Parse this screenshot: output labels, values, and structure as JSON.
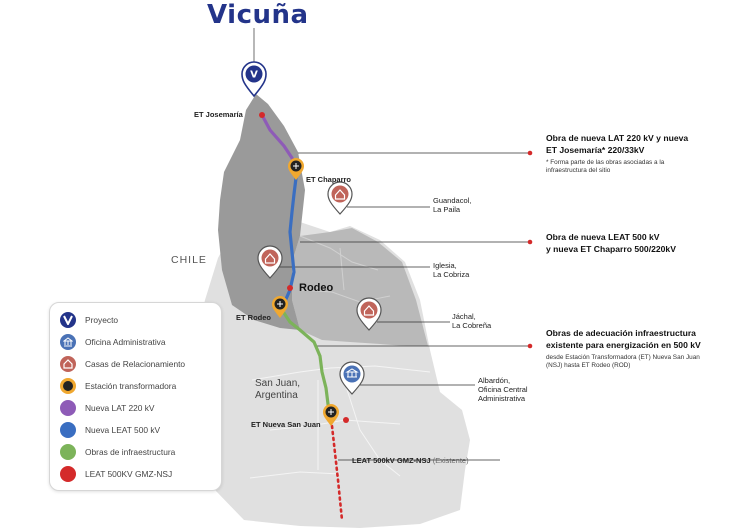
{
  "brand": "Vicuña",
  "country_label": "CHILE",
  "region_label": [
    "San Juan,",
    "Argentina"
  ],
  "city_label": "Rodeo",
  "stations": {
    "josemaria": "ET Josemaría",
    "chaparro": "ET Chaparro",
    "rodeo": "ET Rodeo",
    "nueva_san_juan": "ET Nueva San Juan"
  },
  "places": {
    "guandacol": [
      "Guandacol,",
      "La Paila"
    ],
    "iglesia": [
      "Iglesia,",
      "La Cobriza"
    ],
    "jachal": [
      "Jáchal,",
      "La Cobreña"
    ],
    "albardon": [
      "Albardón,",
      "Oficina Central",
      "Administrativa"
    ]
  },
  "leat_label": "LEAT 500kV GMZ-NSJ",
  "leat_suffix": " (Existente)",
  "callouts": {
    "lat220": {
      "title_1": "Obra de nueva LAT 220 kV y nueva",
      "title_2": "ET Josemaría* 220/33kV",
      "note_1": "* Forma parte de las obras asociadas a la",
      "note_2": "infraestructura del sitio"
    },
    "leat500": {
      "title_1": "Obra de nueva LEAT 500 kV",
      "title_2": "y nueva ET Chaparro 500/220kV"
    },
    "infra": {
      "title_1": "Obras de adecuación infraestructura",
      "title_2": "existente para energización en 500 kV",
      "note_1": "desde Estación Transformadora (ET) Nueva San Juan",
      "note_2": "(NSJ) hasta ET Rodeo (ROD)"
    }
  },
  "legend": [
    {
      "label": "Proyecto",
      "icon": "v-logo-icon",
      "color": "#23348a"
    },
    {
      "label": "Oficina Administrativa",
      "icon": "office-building-icon",
      "color": "#4a72b6"
    },
    {
      "label": "Casas de Relacionamiento",
      "icon": "house-icon",
      "color": "#c0645a"
    },
    {
      "label": "Estación transformadora",
      "icon": "transformer-station-icon",
      "color": "#f0a830"
    },
    {
      "label": "Nueva LAT 220 kV",
      "icon": "purple-line-icon",
      "color": "#8e5bb7"
    },
    {
      "label": "Nueva LEAT 500 kV",
      "icon": "blue-line-icon",
      "color": "#3a6ec1"
    },
    {
      "label": "Obras de infraestructura",
      "icon": "green-line-icon",
      "color": "#7cb35a"
    },
    {
      "label": "LEAT 500KV GMZ-NSJ",
      "icon": "red-line-icon",
      "color": "#d42a2a"
    }
  ],
  "colors": {
    "lat220": "#8e5bb7",
    "leat500": "#3a6ec1",
    "infra": "#7cb35a",
    "existing": "#d42a2a",
    "marker_dark": "#23348a",
    "station": "#f0a830",
    "house": "#c0645a",
    "office": "#4a72b6"
  }
}
